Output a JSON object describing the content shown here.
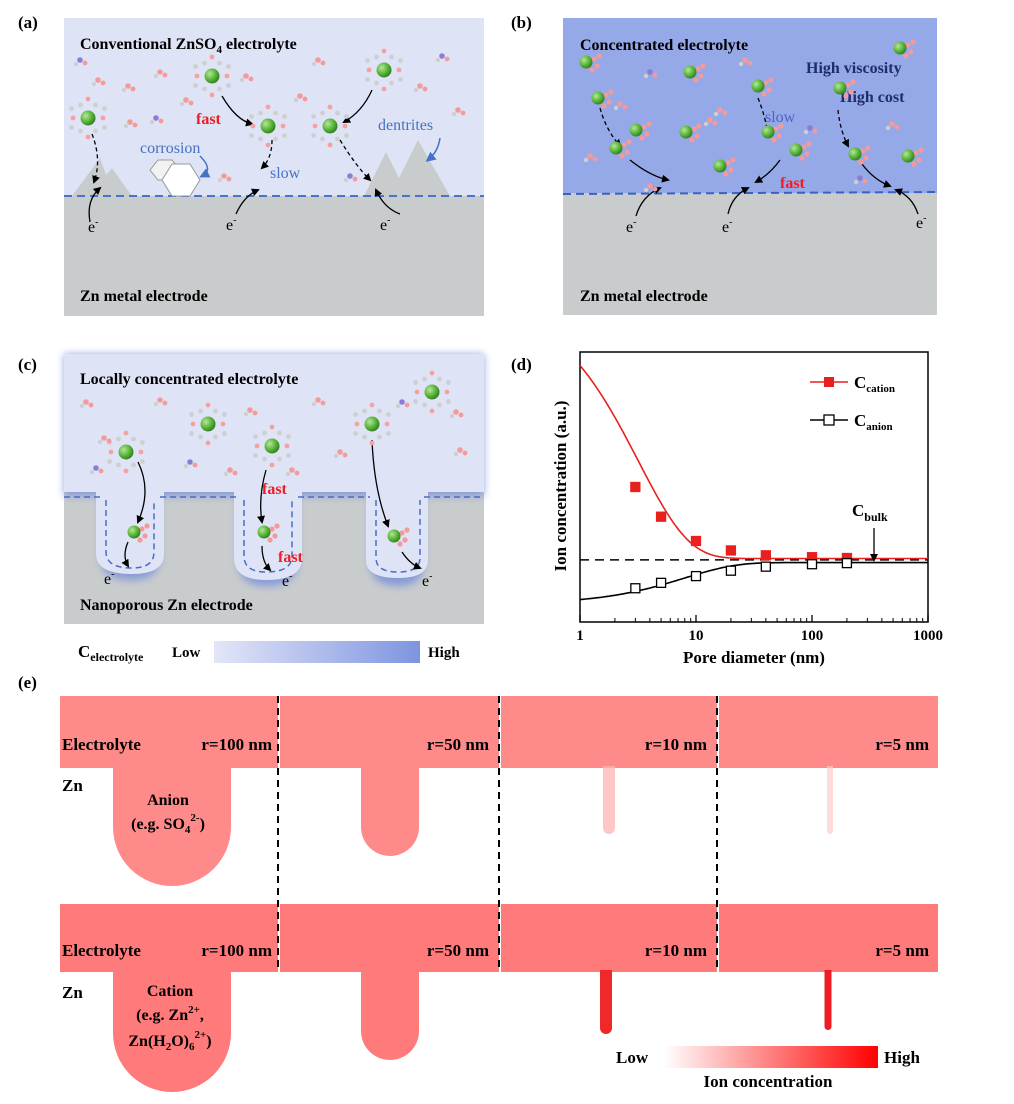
{
  "panels": {
    "a": {
      "label": "(a)",
      "title_pre": "Conventional ZnSO",
      "title_sub": "4",
      "title_post": " electrolyte",
      "fast": "fast",
      "slow": "slow",
      "corrosion": "corrosion",
      "dendrites": "dentrites",
      "electron": "e",
      "electron_sup": "-",
      "electrode": "Zn metal electrode"
    },
    "b": {
      "label": "(b)",
      "title": "Concentrated electrolyte",
      "viscosity": "High viscosity",
      "cost": "High cost",
      "slow": "slow",
      "fast": "fast",
      "electron": "e",
      "electron_sup": "-",
      "electrode": "Zn metal electrode"
    },
    "c": {
      "label": "(c)",
      "title": "Locally concentrated electrolyte",
      "fast": "fast",
      "electron": "e",
      "electron_sup": "-",
      "electrode": "Nanoporous Zn electrode",
      "scale_c": "C",
      "scale_sub": "electrolyte",
      "scale_low": "Low",
      "scale_high": "High"
    },
    "d": {
      "label": "(d)"
    },
    "e": {
      "label": "(e)",
      "electrolyte": "Electrolyte",
      "zn": "Zn",
      "radii": [
        "r=100 nm",
        "r=50 nm",
        "r=10 nm",
        "r=5 nm"
      ],
      "anion_1": "Anion",
      "anion_2_pre": "(e.g. SO",
      "anion_2_sub": "4",
      "anion_2_sup": "2-",
      "anion_2_post": ")",
      "cation_1": "Cation",
      "cation_2_pre": "(e.g. Zn",
      "cation_2_sup": "2+",
      "cation_2_post": ",",
      "cation_3_pre": "Zn(H",
      "cation_3_sub1": "2",
      "cation_3_mid": "O)",
      "cation_3_sub2": "6",
      "cation_3_sup": "2+",
      "cation_3_post": ")",
      "legend_low": "Low",
      "legend_high": "High",
      "legend_title": "Ion concentration"
    }
  },
  "chart_data": {
    "type": "line",
    "xlabel": "Pore diameter (nm)",
    "ylabel": "Ion concentration (a.u.)",
    "xscale": "log",
    "xlim": [
      1,
      1000
    ],
    "xticks": [
      "1",
      "10",
      "100",
      "1000"
    ],
    "ylim": [
      0,
      1
    ],
    "grid": false,
    "legend_position": "top-right",
    "series": [
      {
        "name": "C",
        "name_sub": "cation",
        "marker": "filled-square",
        "color": "#e8201e",
        "x": [
          3,
          5,
          10,
          20,
          40,
          100,
          200
        ],
        "y": [
          0.5,
          0.39,
          0.3,
          0.265,
          0.247,
          0.24,
          0.237
        ]
      },
      {
        "name": "C",
        "name_sub": "anion",
        "marker": "open-square",
        "color": "#000000",
        "x": [
          3,
          5,
          10,
          20,
          40,
          100,
          200
        ],
        "y": [
          0.125,
          0.145,
          0.17,
          0.19,
          0.205,
          0.214,
          0.218
        ]
      }
    ],
    "reference_line": {
      "label": "C",
      "label_sub": "bulk",
      "y": 0.23
    }
  },
  "colors": {
    "electrolyte_light": "#dfe3f6",
    "electrolyte_dark": "#8fa5e6",
    "electrode_gray": "#c9cccd",
    "zn_ion": "#5cb83c",
    "fast": "#ee1c24",
    "slow": "#4472c4",
    "ion_red": "#ff8080",
    "navy": "#1f2d6e"
  }
}
